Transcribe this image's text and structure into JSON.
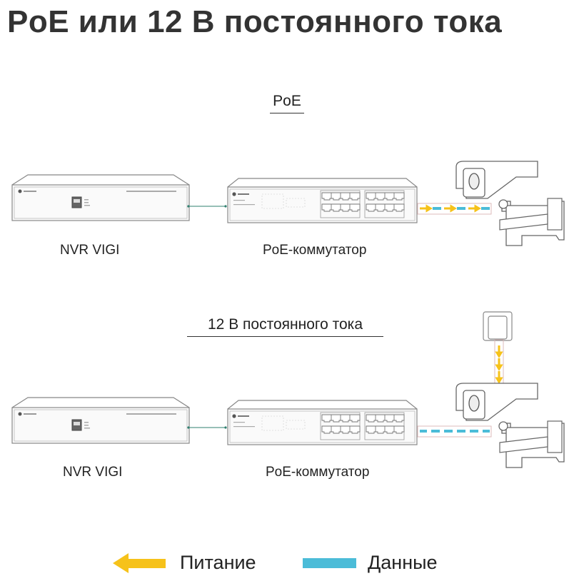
{
  "title": "PoE или 12 В постоянного тока",
  "sections": [
    {
      "heading": "PoE",
      "nvr_label": "NVR VIGI",
      "switch_label": "PoE-коммутатор"
    },
    {
      "heading": "12 В постоянного тока",
      "nvr_label": "NVR VIGI",
      "switch_label": "PoE-коммутатор"
    }
  ],
  "legend": {
    "power_label": "Питание",
    "data_label": "Данные"
  },
  "colors": {
    "power": "#F6C21A",
    "data": "#4BBCD8",
    "line": "#2f7f6f",
    "device_stroke": "#777"
  }
}
